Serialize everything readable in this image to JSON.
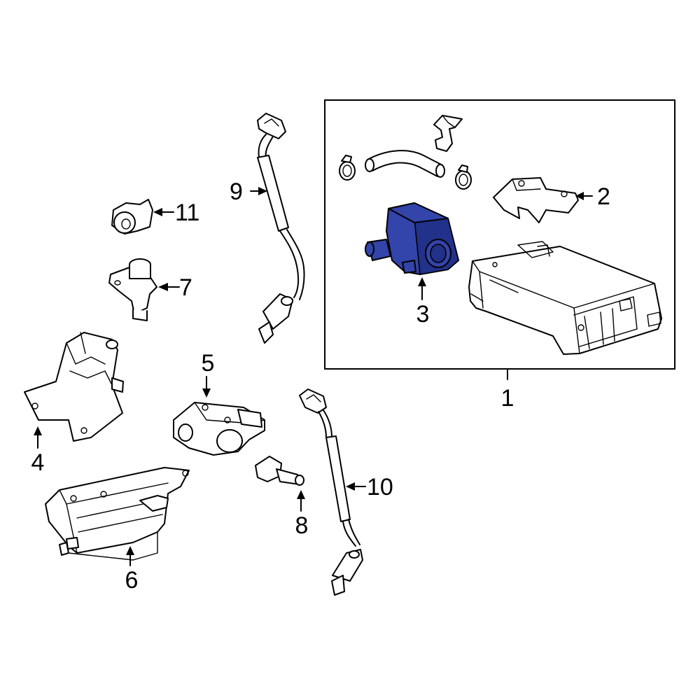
{
  "colors": {
    "highlight": "#3344aa",
    "highlight_shadow": "#22318a",
    "line": "#000000",
    "background": "#ffffff"
  },
  "callouts": {
    "c1": "1",
    "c2": "2",
    "c3": "3",
    "c4": "4",
    "c5": "5",
    "c6": "6",
    "c7": "7",
    "c8": "8",
    "c9": "9",
    "c10": "10",
    "c11": "11"
  },
  "highlighted_part": "3"
}
